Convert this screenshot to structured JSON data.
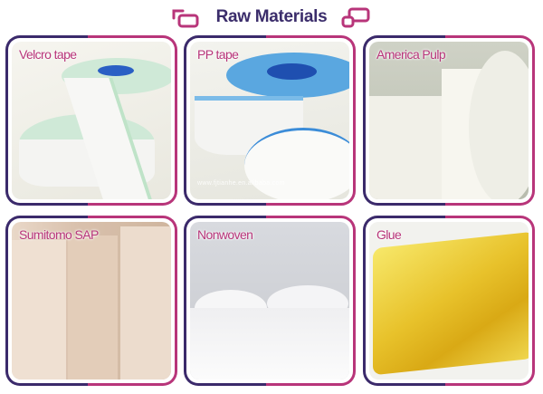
{
  "header": {
    "title": "Raw Materials",
    "left_icon": "overlapping-squares-icon",
    "right_icon": "overlapping-squares-icon"
  },
  "colors": {
    "purple": "#3b2a6b",
    "magenta": "#b8357a"
  },
  "products": [
    {
      "label": "Velcro tape"
    },
    {
      "label": "PP tape",
      "watermark": "www.fjtianhe.en.alibaba.com"
    },
    {
      "label": "America Pulp"
    },
    {
      "label": "Sumitomo SAP"
    },
    {
      "label": "Nonwoven"
    },
    {
      "label": "Glue"
    }
  ]
}
